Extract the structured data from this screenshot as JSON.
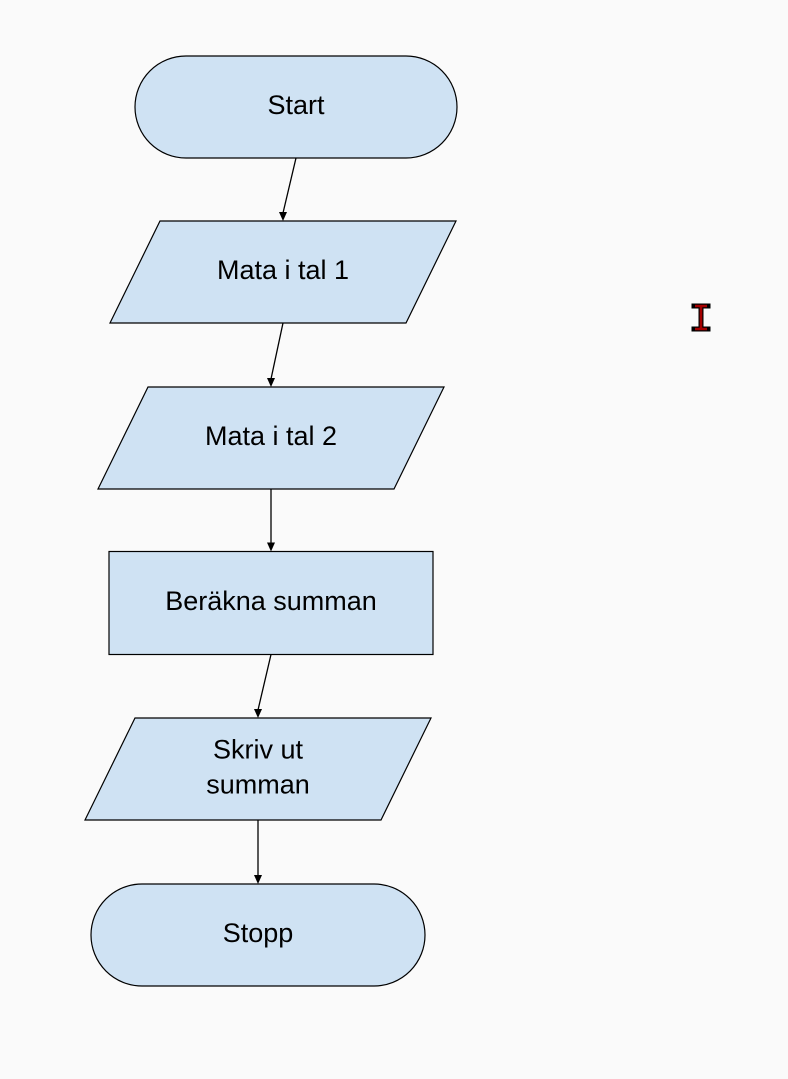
{
  "flowchart": {
    "colors": {
      "fill": "#cfe2f3",
      "stroke": "#000000",
      "cursor": "#a40000"
    },
    "nodes": [
      {
        "id": "start",
        "type": "terminal",
        "lines": [
          "Start"
        ]
      },
      {
        "id": "input1",
        "type": "io",
        "lines": [
          "Mata i tal 1"
        ]
      },
      {
        "id": "input2",
        "type": "io",
        "lines": [
          "Mata i tal 2"
        ]
      },
      {
        "id": "calc",
        "type": "process",
        "lines": [
          "Beräkna summan"
        ]
      },
      {
        "id": "output",
        "type": "io",
        "lines": [
          "Skriv ut",
          "summan"
        ]
      },
      {
        "id": "stop",
        "type": "terminal",
        "lines": [
          "Stopp"
        ]
      }
    ],
    "edges": [
      {
        "from": "start",
        "to": "input1"
      },
      {
        "from": "input1",
        "to": "input2"
      },
      {
        "from": "input2",
        "to": "calc"
      },
      {
        "from": "calc",
        "to": "output"
      },
      {
        "from": "output",
        "to": "stop"
      }
    ]
  },
  "cursor": {
    "icon": "text-cursor-icon"
  }
}
